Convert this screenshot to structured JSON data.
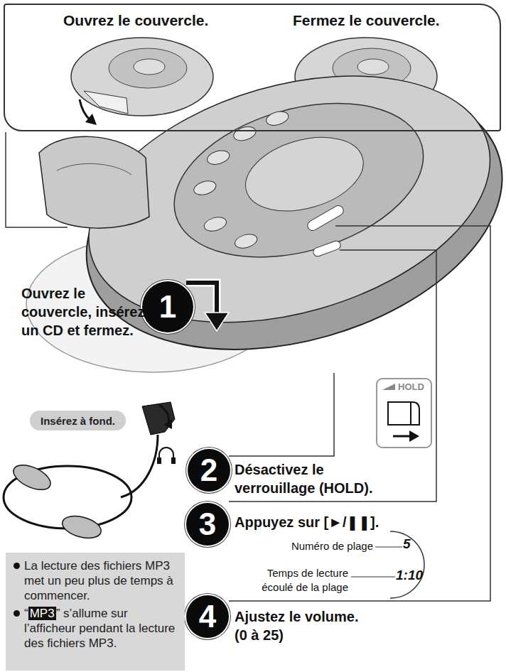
{
  "diagram": {
    "nodes": [
      {
        "text": [
          "Ouvrez le couvercle.",
          "Fermez le couvercle."
        ]
      },
      {
        "text": [
          "1"
        ]
      },
      {
        "text": [
          "Insérez à fond."
        ]
      },
      {
        "text": [
          "2"
        ]
      },
      {
        "text": [
          "3"
        ]
      },
      {
        "text": [
          "5",
          "1:10"
        ]
      },
      {
        "text": [
          "4"
        ]
      },
      {
        "text": [
          "La lecture des fichiers MP3 met un peu plus de temps à commencer.",
          "“",
          "MP3",
          "” s’allume sur l’afficheur pendant la lecture des fichiers MP3."
        ]
      }
    ],
    "labels": [
      "Ouvrez le couvercle, insérez un CD et fermez.",
      "HOLD",
      "Désactivez le verrouillage (HOLD).",
      "Appuyez sur [►/❚❚].",
      "Numéro de plage",
      "Temps de lecture écoulé de la plage",
      "Ajustez le volume. (0 à 25)"
    ]
  }
}
